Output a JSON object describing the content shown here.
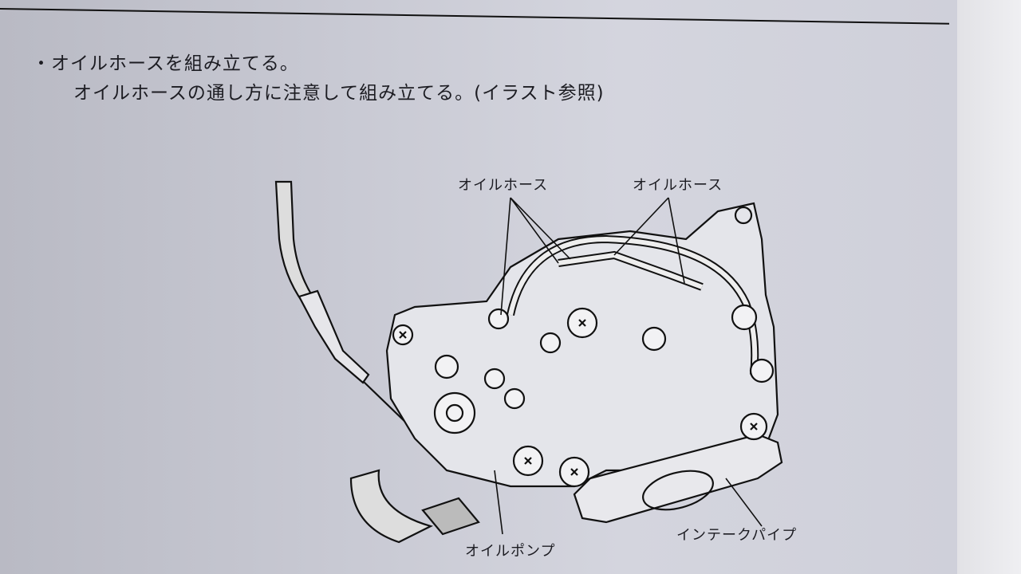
{
  "instructions": {
    "bullet": "・",
    "step": "オイルホースを組み立てる。",
    "note": "オイルホースの通し方に注意して組み立てる。(イラスト参照)"
  },
  "illustration_labels": {
    "oil_hose_left": "オイルホース",
    "oil_hose_right": "オイルホース",
    "oil_pump": "オイルポンプ",
    "intake_pipe": "インテークパイプ"
  }
}
